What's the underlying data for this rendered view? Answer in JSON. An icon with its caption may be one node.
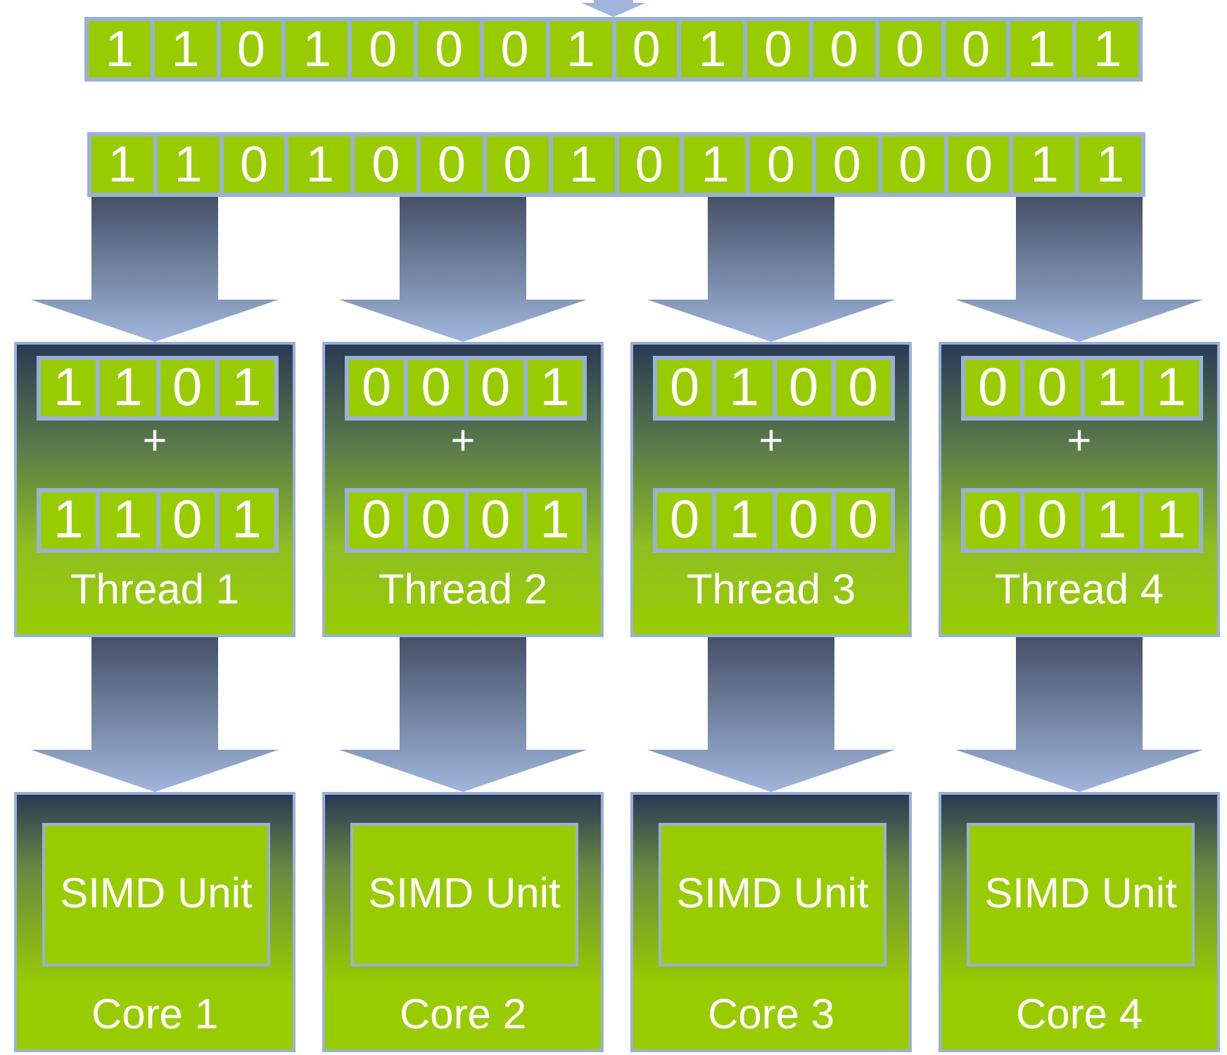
{
  "diagram": {
    "nodes": [
      {
        "text": [
          "1",
          "1",
          "0",
          "1",
          "0",
          "0",
          "0",
          "1",
          "0",
          "1",
          "0",
          "0",
          "0",
          "0",
          "1",
          "1"
        ]
      },
      {
        "text": [
          "1",
          "1",
          "0",
          "1",
          "0",
          "0",
          "0",
          "1",
          "0",
          "1",
          "0",
          "0",
          "0",
          "0",
          "1",
          "1"
        ]
      },
      {
        "text": [
          "+",
          "Thread 1"
        ]
      },
      {
        "text": [
          "1",
          "1",
          "0",
          "1"
        ],
        "in": 2
      },
      {
        "text": [
          "1",
          "1",
          "0",
          "1"
        ],
        "in": 2
      },
      {
        "text": [
          "+",
          "Thread 2"
        ]
      },
      {
        "text": [
          "0",
          "0",
          "0",
          "1"
        ],
        "in": 5
      },
      {
        "text": [
          "0",
          "0",
          "0",
          "1"
        ],
        "in": 5
      },
      {
        "text": [
          "+",
          "Thread 3"
        ]
      },
      {
        "text": [
          "0",
          "1",
          "0",
          "0"
        ],
        "in": 8
      },
      {
        "text": [
          "0",
          "1",
          "0",
          "0"
        ],
        "in": 8
      },
      {
        "text": [
          "+",
          "Thread 4"
        ]
      },
      {
        "text": [
          "0",
          "0",
          "1",
          "1"
        ],
        "in": 11
      },
      {
        "text": [
          "0",
          "0",
          "1",
          "1"
        ],
        "in": 11
      },
      {
        "text": [
          "Core 1"
        ]
      },
      {
        "text": [
          "SIMD Unit"
        ],
        "in": 14
      },
      {
        "text": [
          "Core 2"
        ]
      },
      {
        "text": [
          "SIMD Unit"
        ],
        "in": 16
      },
      {
        "text": [
          "Core 3"
        ]
      },
      {
        "text": [
          "SIMD Unit"
        ],
        "in": 18
      },
      {
        "text": [
          "Core 4"
        ]
      },
      {
        "text": [
          "SIMD Unit"
        ],
        "in": 20
      }
    ],
    "edges": [
      {
        "from": null,
        "to": 0,
        "arrow": "to"
      },
      {
        "from": 1,
        "to": 2,
        "arrow": "to"
      },
      {
        "from": 1,
        "to": 5,
        "arrow": "to"
      },
      {
        "from": 1,
        "to": 8,
        "arrow": "to"
      },
      {
        "from": 1,
        "to": 11,
        "arrow": "to"
      },
      {
        "from": 2,
        "to": 14,
        "arrow": "to"
      },
      {
        "from": 5,
        "to": 16,
        "arrow": "to"
      },
      {
        "from": 8,
        "to": 18,
        "arrow": "to"
      },
      {
        "from": 11,
        "to": 20,
        "arrow": "to"
      }
    ]
  }
}
